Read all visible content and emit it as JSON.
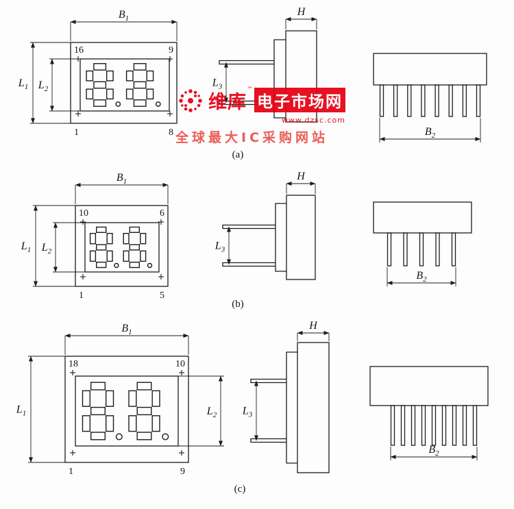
{
  "dim_labels": {
    "width_top": "B1",
    "height_outer": "L1",
    "height_inner": "L2",
    "lead_span": "L3",
    "depth": "H",
    "pin_row_width": "B2"
  },
  "rows": [
    {
      "caption": "(a)",
      "pin_top_left": "16",
      "pin_top_right": "9",
      "pin_bottom_left": "1",
      "pin_bottom_right": "8",
      "rear_pin_count": 8,
      "digits": "8.8."
    },
    {
      "caption": "(b)",
      "pin_top_left": "10",
      "pin_top_right": "6",
      "pin_bottom_left": "1",
      "pin_bottom_right": "5",
      "rear_pin_count": 5,
      "digits": "8.8."
    },
    {
      "caption": "(c)",
      "pin_top_left": "18",
      "pin_top_right": "10",
      "pin_bottom_left": "1",
      "pin_bottom_right": "9",
      "rear_pin_count": 9,
      "digits": "8.8."
    }
  ],
  "watermark": {
    "brand_left": "维库",
    "tm": "™",
    "brand_right": "电子市场网",
    "url": "www.dzsc.com",
    "tagline": "全球最大IC采购网站",
    "brand_color": "#e60012"
  }
}
